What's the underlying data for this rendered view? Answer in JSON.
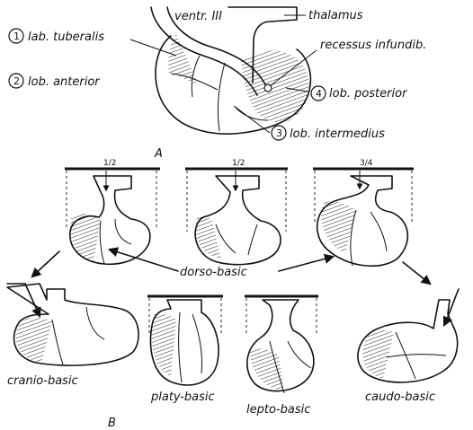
{
  "part_a": {
    "panel_letter": "A",
    "labels": {
      "ventricle": "ventr. III",
      "thalamus": "thalamus",
      "recessus": "recessus infundib.",
      "tuberalis": "lab. tuberalis",
      "anterior": "lob. anterior",
      "intermedius": "lob. intermedius",
      "posterior": "lob. posterior"
    },
    "numbers": [
      "1",
      "2",
      "3",
      "4"
    ]
  },
  "part_b": {
    "panel_letter": "B",
    "fractions": [
      "1/2",
      "1/2",
      "3/4"
    ],
    "types": {
      "dorso": "dorso-basic",
      "cranio": "cranio-basic",
      "caudo": "caudo-basic",
      "platy": "platy-basic",
      "lepto": "lepto-basic"
    }
  }
}
